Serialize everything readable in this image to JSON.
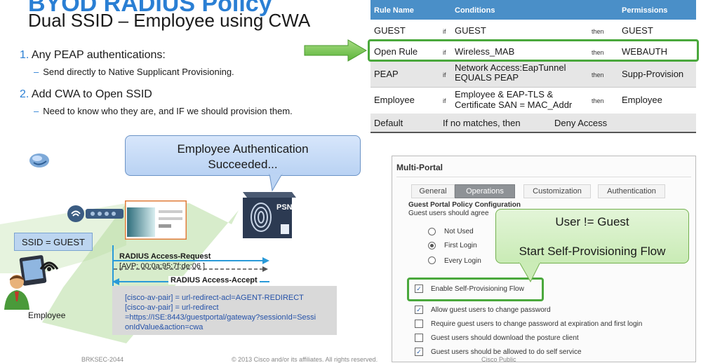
{
  "slide": {
    "title": "BYOD RADIUS Policy",
    "subtitle": "Dual SSID – Employee using CWA"
  },
  "bullets": [
    {
      "num": "1.",
      "text": "Any PEAP authentications:",
      "sub": "Send directly to Native Supplicant Provisioning."
    },
    {
      "num": "2.",
      "text": "Add CWA to Open SSID",
      "sub": "Need to know who they are, and IF we should provision them."
    }
  ],
  "policy_table": {
    "headers": {
      "rule": "Rule Name",
      "conditions": "Conditions",
      "permissions": "Permissions"
    },
    "rows": [
      {
        "name": "GUEST",
        "if": "if",
        "cond1": "GUEST",
        "cond2": "",
        "then": "then",
        "perm": "GUEST"
      },
      {
        "name": "Open Rule",
        "if": "if",
        "cond1": "Wireless_MAB",
        "cond2": "",
        "then": "then",
        "perm": "WEBAUTH"
      },
      {
        "name": "PEAP",
        "if": "if",
        "cond1": "Network Access:EapTunnel",
        "cond2": "EQUALS PEAP",
        "then": "then",
        "perm": "Supp-Provision"
      },
      {
        "name": "Employee",
        "if": "if",
        "cond1": "Employee & EAP-TLS &",
        "cond2": "Certificate SAN = MAC_Addr",
        "then": "then",
        "perm": "Employee"
      }
    ],
    "default_row": {
      "name": "Default",
      "text": "If no matches, then",
      "perm": "Deny Access"
    }
  },
  "callouts": {
    "employee_auth_line1": "Employee Authentication",
    "employee_auth_line2": "Succeeded...",
    "user_line1": "User != Guest",
    "user_line2": "Start Self-Provisioning Flow"
  },
  "diagram": {
    "ssid_label": "SSID = GUEST",
    "psn_label": "PSN",
    "employee_label": "Employee",
    "radius_request": "RADIUS Access-Request",
    "avp": "[AVP: 00:0a:95:7f:de:06 ]",
    "radius_accept": "RADIUS Access-Accept",
    "av_pairs": [
      "[cisco-av-pair] = url-redirect-acl=AGENT-REDIRECT",
      "[cisco-av-pair] = url-redirect",
      "=https://ISE:8443/guestportal/gateway?sessionId=Sessi",
      "onIdValue&action=cwa"
    ]
  },
  "portal": {
    "title": "Multi-Portal",
    "tabs": [
      "General",
      "Operations",
      "Customization",
      "Authentication"
    ],
    "active_tab": "Operations",
    "section_title": "Guest Portal Policy Configuration",
    "section_desc": "Guest users should agree",
    "radios": [
      {
        "label": "Not Used",
        "selected": false
      },
      {
        "label": "First Login",
        "selected": true
      },
      {
        "label": "Every Login",
        "selected": false
      }
    ],
    "checkboxes": [
      {
        "label": "Enable Self-Provisioning Flow",
        "checked": true
      },
      {
        "label": "Allow guest users to change password",
        "checked": true
      },
      {
        "label": "Require guest users to change password at expiration and first login",
        "checked": false
      },
      {
        "label": "Guest users should download the posture client",
        "checked": false
      },
      {
        "label": "Guest users should be allowed to do self service",
        "checked": true
      }
    ]
  },
  "footer": {
    "session": "BRKSEC-2044",
    "copyright": "© 2013 Cisco and/or its affiliates. All rights reserved.",
    "classification": "Cisco Public"
  },
  "colors": {
    "accent_blue": "#2a7fd4",
    "header_blue": "#4a8fc8",
    "highlight_green": "#4aa83c"
  }
}
